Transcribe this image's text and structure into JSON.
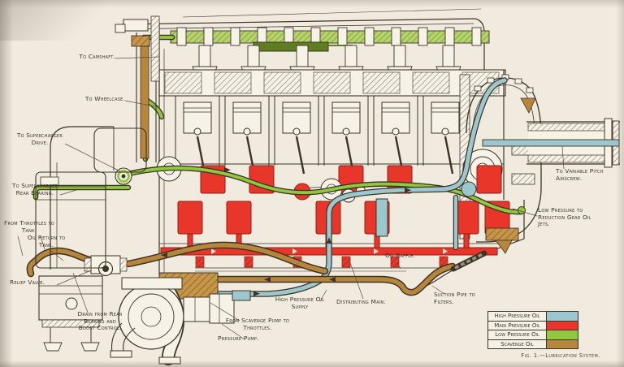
{
  "figure": {
    "caption": "Fig. 1.—Lubrication System.",
    "palette": {
      "paper": "#f1ebdf",
      "ink": "#3c3426",
      "high_pressure_oil": "#9cc7ce",
      "main_pressure_oil": "#e8372a",
      "low_pressure_oil": "#92c83e",
      "scavenge_oil": "#b8863b"
    },
    "legend": {
      "items": [
        {
          "label": "High Pressure Oil",
          "color": "#9cc7ce"
        },
        {
          "label": "Main Pressure Oil",
          "color": "#e8372a"
        },
        {
          "label": "Low Pressure Oil",
          "color": "#92c83e"
        },
        {
          "label": "Scavenge Oil",
          "color": "#b8863b"
        }
      ]
    },
    "labels": {
      "to_camshaft": "To Camshaft.",
      "to_wheelcase": "To Wheelcase.",
      "to_supercharger_drive": "To Supercharger Drive.",
      "to_supercharger_rear_bearing": "To Supercharger Rear Bearing.",
      "from_throttles_to_tank": "From Throttles to Tank.",
      "oil_return_to_tank": "Oil Return to Tank.",
      "relief_valve": "Relief Valve.",
      "drain_from_rear_bearing": "Drain from Rear Bearing and Boost Control.",
      "from_scavenge_pump": "From Scavenge Pump to Throttles.",
      "pressure_pump": "Pressure Pump.",
      "high_pressure_oil_supply": "High Pressure Oil Supply",
      "distributing_main": "Distributing Main.",
      "oil_baffle": "Oil Baffle.",
      "suction_pipe_to_filters": "Suction Pipe to Filters.",
      "to_variable_pitch_airscrew": "To Variable Pitch Airscrew.",
      "low_pressure_to_reduction_gear": "Low Pressure to Reduction Gear Oil Jets."
    }
  }
}
